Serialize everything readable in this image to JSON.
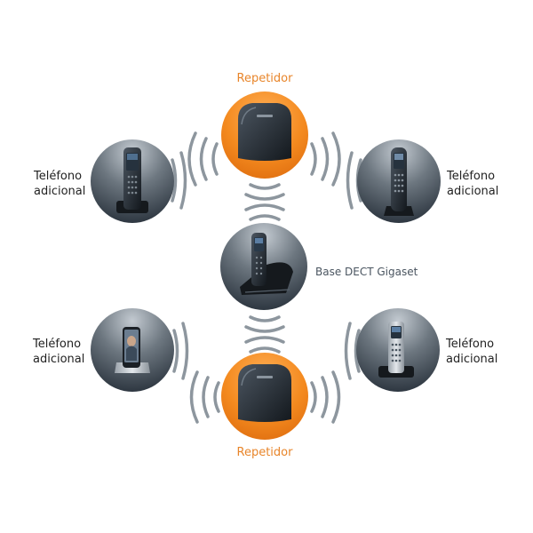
{
  "colors": {
    "repeater": "#f08a24",
    "repeater_label": "#e8852a",
    "node_dark": "#303a45",
    "node_light": "#a9b2bb",
    "waves": "#8d969e",
    "text": "#222222",
    "base_label": "#4a5560"
  },
  "nodes": {
    "repeater_top": {
      "label": "Repetidor",
      "icon": "dect-repeater-icon"
    },
    "repeater_bottom": {
      "label": "Repetidor",
      "icon": "dect-repeater-icon"
    },
    "base": {
      "label": "Base DECT Gigaset",
      "icon": "dect-base-station-icon"
    },
    "handset_top_left": {
      "label_line1": "Teléfono",
      "label_line2": "adicional",
      "icon": "cordless-handset-icon"
    },
    "handset_top_right": {
      "label_line1": "Teléfono",
      "label_line2": "adicional",
      "icon": "cordless-handset-icon"
    },
    "handset_bottom_left": {
      "label_line1": "Teléfono",
      "label_line2": "adicional",
      "icon": "touchscreen-handset-icon"
    },
    "handset_bottom_right": {
      "label_line1": "Teléfono",
      "label_line2": "adicional",
      "icon": "cordless-handset-icon"
    }
  }
}
